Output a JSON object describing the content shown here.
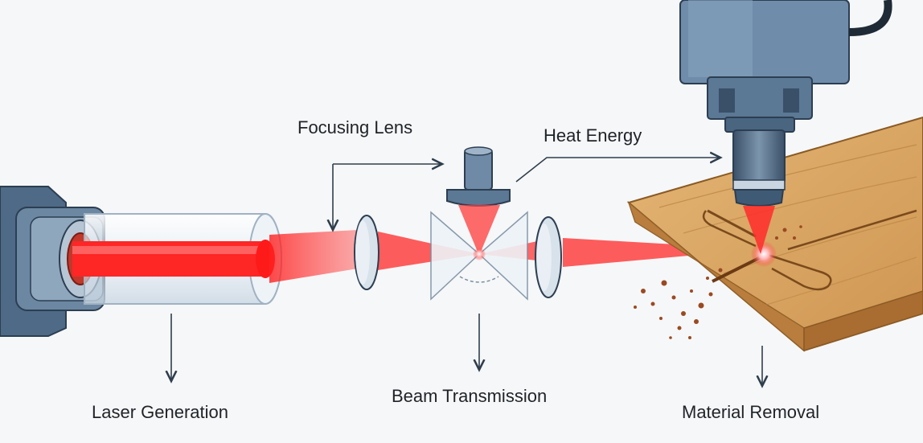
{
  "labels": {
    "focusing_lens": "Focusing Lens",
    "heat_energy": "Heat Energy",
    "laser_generation": "Laser Generation",
    "beam_transmission": "Beam Transmission",
    "material_removal": "Material Removal"
  },
  "colors": {
    "beam": "#ff2b2b",
    "metal": "#5b7894",
    "metal_dark": "#3a5068",
    "wood": "#d9a35f",
    "wood_dark": "#b07a3c",
    "arrow": "#2f3e4d",
    "debris": "#9a4a22"
  },
  "icons": [
    "laser-tube-icon",
    "lens-icon",
    "prism-icon",
    "laser-head-icon",
    "wood-board-icon"
  ]
}
